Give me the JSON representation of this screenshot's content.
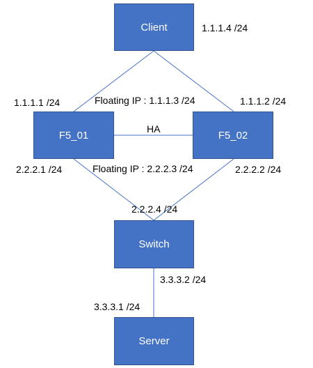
{
  "nodes": {
    "client": "Client",
    "f5_01": "F5_01",
    "f5_02": "F5_02",
    "switch": "Switch",
    "server": "Server"
  },
  "labels": {
    "client_ip": "1.1.1.4 /24",
    "f5_01_external_ip": "1.1.1.1 /24",
    "f5_02_external_ip": "1.1.1.2 /24",
    "floating_ip_external": "Floating IP : 1.1.1.3 /24",
    "ha_link": "HA",
    "floating_ip_internal": "Floating IP : 2.2.2.3 /24",
    "f5_01_internal_ip": "2.2.2.1 /24",
    "f5_02_internal_ip": "2.2.2.2 /24",
    "switch_upstream_ip": "2.2.2.4 /24",
    "switch_downstream_ip": "3.3.3.2 /24",
    "server_ip": "3.3.3.1 /24"
  },
  "colors": {
    "node_fill": "#4472c4",
    "node_border": "#2f528f",
    "link": "#4472c4"
  }
}
